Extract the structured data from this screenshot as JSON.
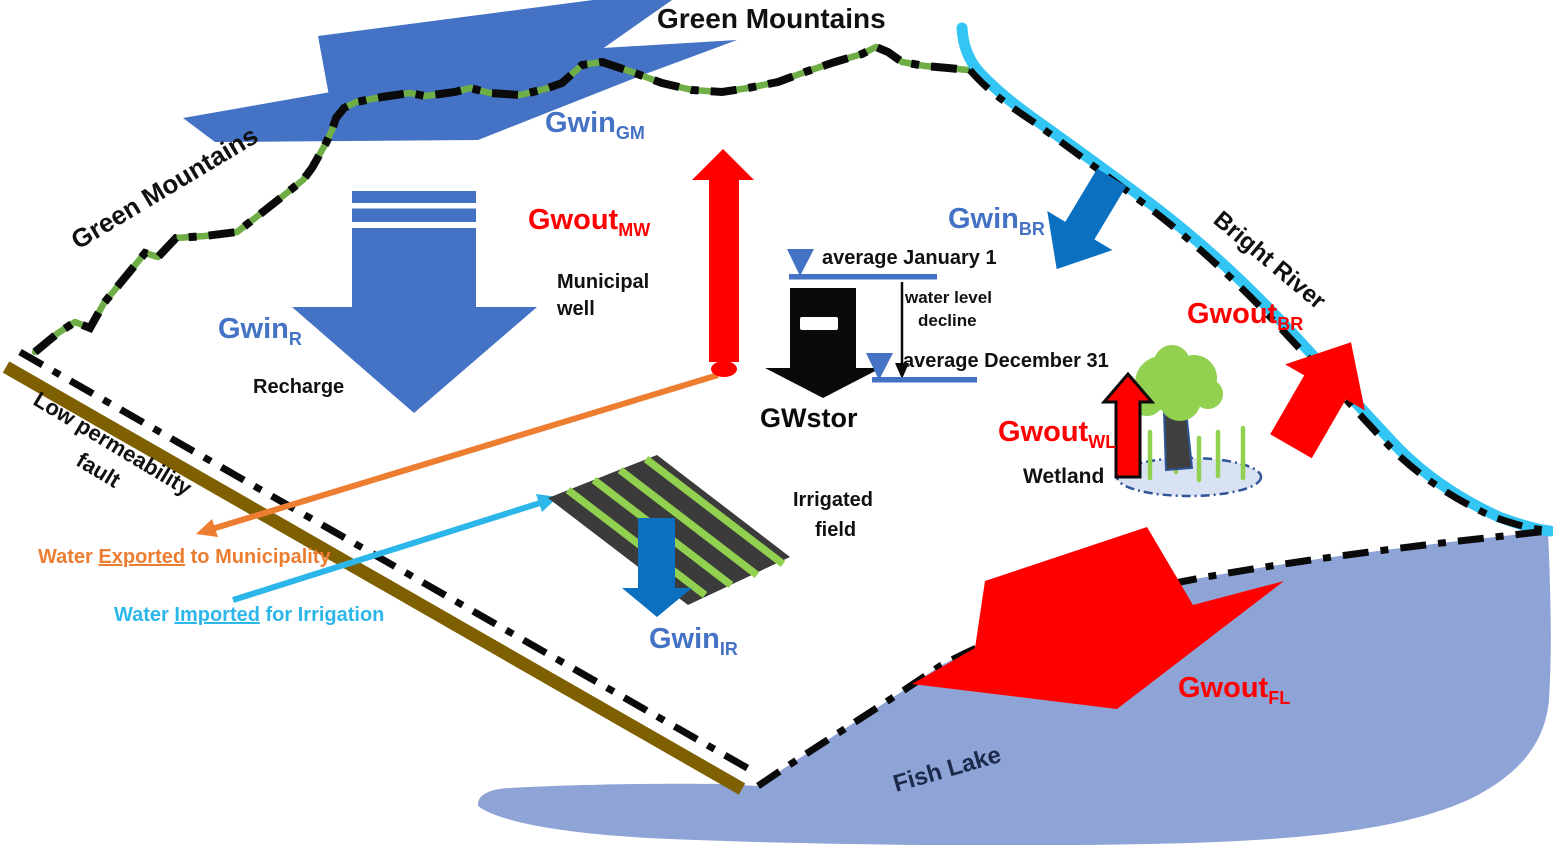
{
  "labels": {
    "green_mountains_top": "Green Mountains",
    "green_mountains_left": "Green Mountains",
    "bright_river": "Bright River",
    "fish_lake": "Fish Lake",
    "fault": {
      "line1": "Low permeability",
      "line2": "fault"
    },
    "recharge": "Recharge",
    "municipal_well": {
      "line1": "Municipal",
      "line2": "well"
    },
    "irrigated_field": {
      "line1": "Irrigated",
      "line2": "field"
    },
    "wetland": "Wetland",
    "gwstor": "GWstor"
  },
  "fluxes": {
    "gwin_gm": {
      "main": "Gwin",
      "sub": "GM"
    },
    "gwin_r": {
      "main": "Gwin",
      "sub": "R"
    },
    "gwout_mw": {
      "main": "Gwout",
      "sub": "MW"
    },
    "gwin_br": {
      "main": "Gwin",
      "sub": "BR"
    },
    "gwout_br": {
      "main": "Gwout",
      "sub": "BR"
    },
    "gwout_wl": {
      "main": "Gwout",
      "sub": "WL"
    },
    "gwin_ir": {
      "main": "Gwin",
      "sub": "IR"
    },
    "gwout_fl": {
      "main": "Gwout",
      "sub": "FL"
    }
  },
  "water_level": {
    "avg_jan": "average January 1",
    "decline": {
      "line1": "water level",
      "line2": "decline"
    },
    "avg_dec": "average December 31"
  },
  "transfers": {
    "exported": {
      "pre": "Water ",
      "underlined": "Exported",
      "post": " to Municipality"
    },
    "imported": {
      "pre": "Water ",
      "underlined": "Imported",
      "post": " for Irrigation"
    }
  },
  "colors": {
    "muted_blue": "#4472C4",
    "strong_blue": "#0B70C0",
    "river_cyan": "#33C5F3",
    "import_cyan": "#2CB6EA",
    "export_orange": "#ED7D31",
    "flux_red": "#FF0000",
    "fault_olive": "#7F6000",
    "lake_blue": "#8EA3D6",
    "ridge_green": "#6FAD46",
    "crop_green": "#92D050",
    "pond_fill": "#D9E2F3",
    "pond_border": "#2F5597",
    "field_dark": "#3B3B3B"
  }
}
